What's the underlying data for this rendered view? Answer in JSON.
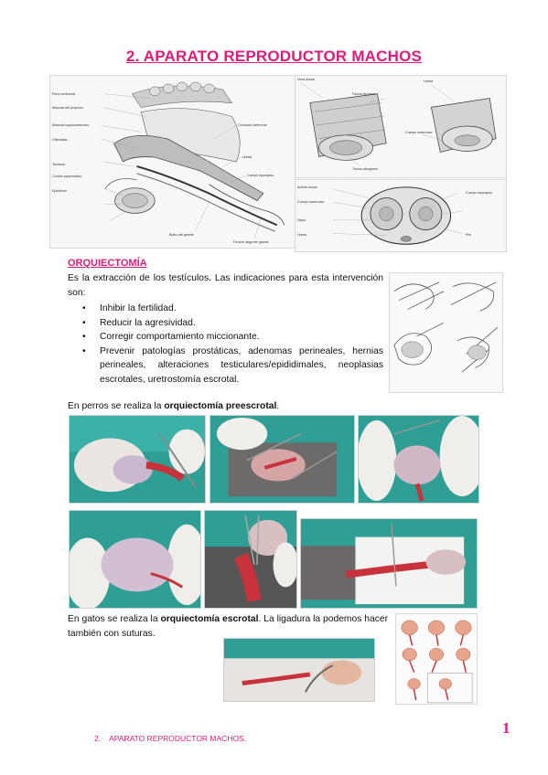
{
  "title": "2. APARATO REPRODUCTOR MACHOS",
  "anatomy_labels": {
    "left": [
      "Pene peritoneal",
      "Músculo del prepucio",
      "Músculo isquiocavernoso",
      "Glándulas...",
      "Testículo",
      "Cordón espermático",
      "Epidídimo",
      "Conducto deferente",
      "Uretra",
      "Cuerpo esponjoso",
      "Bulbo del glande",
      "Porción larga del glande"
    ],
    "right_top": [
      "Vena dorsal",
      "Fascia del pene",
      "Túnica albugínea",
      "Uretra",
      "Cuerpo cavernoso"
    ],
    "right_bottom": [
      "Arteria dorsal",
      "Cuerpo cavernoso",
      "Septo",
      "Uretra",
      "Cuerpo esponjoso",
      "Piel"
    ]
  },
  "section_title": "ORQUIECTOMÍA",
  "intro": "Es la extracción de los testículos. Las indicaciones para esta intervención son:",
  "indications": [
    "Inhibir la fertilidad.",
    "Reducir la agresividad.",
    "Corregir comportamiento miccionante.",
    "Prevenir patologías prostáticas, adenomas perineales, hernias perineales, alteraciones testiculares/epididimales, neoplasias escrotales, uretrostomía escrotal."
  ],
  "dogs": {
    "prefix": "En perros se realiza la ",
    "bold": "orquiectomía preescrotal",
    "suffix": "."
  },
  "cats": {
    "prefix": "En gatos se realiza la ",
    "bold": "orquiectomía escrotal",
    "suffix": ". La ligadura la podemos hacer también con suturas."
  },
  "footer": "2.    APARATO REPRODUCTOR MACHOS.",
  "page_number": "1",
  "colors": {
    "accent": "#e4197a",
    "tissue": "#c8323a",
    "drape": "#2f9e95"
  }
}
